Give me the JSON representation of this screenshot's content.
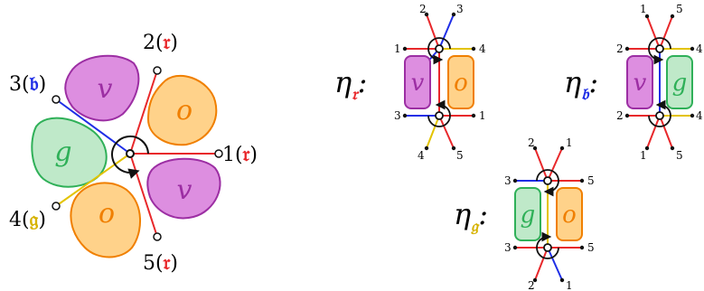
{
  "colors": {
    "red": "#e8282b",
    "blue": "#1f2ee6",
    "yellow": "#e3c300",
    "black": "#111111",
    "violet_fill": "#dd8ee0",
    "violet_stroke": "#9c2ea3",
    "orange_fill": "#ffd28a",
    "orange_stroke": "#f07f00",
    "green_fill": "#bfe9c9",
    "green_stroke": "#2fb058",
    "frak_r": "#e8282b",
    "frak_b": "#1f2ee6",
    "frak_g": "#d6b200"
  },
  "left_star": {
    "blobs": [
      {
        "letter": "v",
        "kind": "violet"
      },
      {
        "letter": "o",
        "kind": "orange"
      },
      {
        "letter": "v",
        "kind": "violet"
      },
      {
        "letter": "o",
        "kind": "orange"
      },
      {
        "letter": "g",
        "kind": "green"
      }
    ],
    "legs": [
      {
        "label_num": "1",
        "label_frak": "𝔯",
        "color": "red"
      },
      {
        "label_num": "2",
        "label_frak": "𝔯",
        "color": "red"
      },
      {
        "label_num": "3",
        "label_frak": "𝔟",
        "color": "blue"
      },
      {
        "label_num": "4",
        "label_frak": "𝔤",
        "color": "yellow"
      },
      {
        "label_num": "5",
        "label_frak": "𝔯",
        "color": "red"
      }
    ]
  },
  "eta_r": {
    "symbol": "η",
    "sub": "𝔯",
    "colon": ":",
    "top_labels": [
      "1",
      "2",
      "3",
      "4"
    ],
    "bottom_labels": [
      "3",
      "4",
      "5",
      "1"
    ],
    "blobs": [
      "v",
      "o"
    ]
  },
  "eta_b": {
    "symbol": "η",
    "sub": "𝔟",
    "colon": ":",
    "top_labels": [
      "1",
      "2",
      "5",
      "4"
    ],
    "bottom_labels": [
      "2",
      "1",
      "5",
      "4"
    ],
    "blobs": [
      "v",
      "g"
    ]
  },
  "eta_g": {
    "symbol": "η",
    "sub": "𝔤",
    "colon": ":",
    "top_labels": [
      "2",
      "3",
      "1",
      "5"
    ],
    "bottom_labels": [
      "3",
      "2",
      "1",
      "5"
    ],
    "blobs": [
      "g",
      "o"
    ]
  }
}
